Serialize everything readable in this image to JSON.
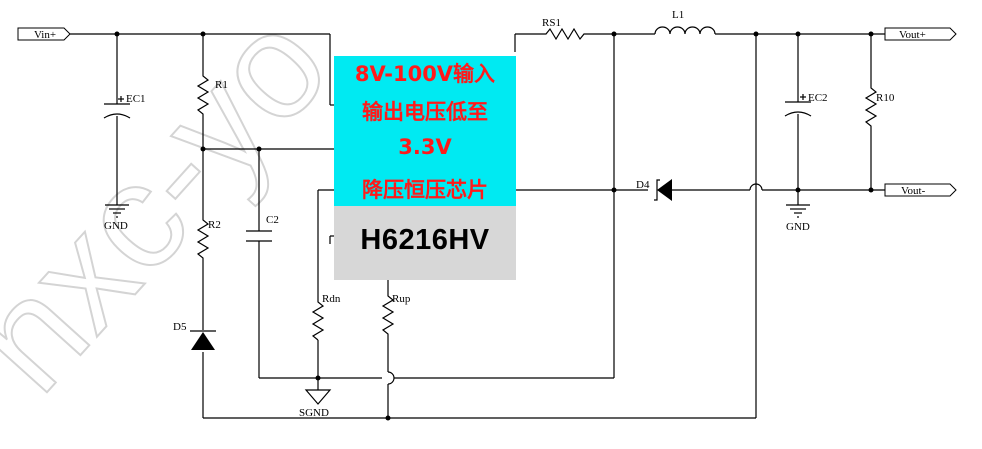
{
  "watermark": "nxc-yo",
  "ports": {
    "vin_plus": "Vin+",
    "vout_plus": "Vout+",
    "vout_minus": "Vout-"
  },
  "components": {
    "ec1": "EC1",
    "ec2": "EC2",
    "r1": "R1",
    "r2": "R2",
    "r10": "R10",
    "c2": "C2",
    "d4": "D4",
    "d5": "D5",
    "rs1": "RS1",
    "l1": "L1",
    "rdn": "Rdn",
    "rup": "Rup"
  },
  "grounds": {
    "gnd_left": "GND",
    "gnd_right": "GND",
    "sgnd": "SGND"
  },
  "banner": {
    "line1": "8V-100V输入",
    "line2": "输出电压低至",
    "line3": "3.3V",
    "line4": "降压恒压芯片",
    "chip": "H6216HV"
  },
  "colors": {
    "banner_bg": "#00eaf2",
    "banner_text": "#ff1a1a",
    "chip_bg": "#d7d7d7",
    "chip_text": "#000000"
  }
}
